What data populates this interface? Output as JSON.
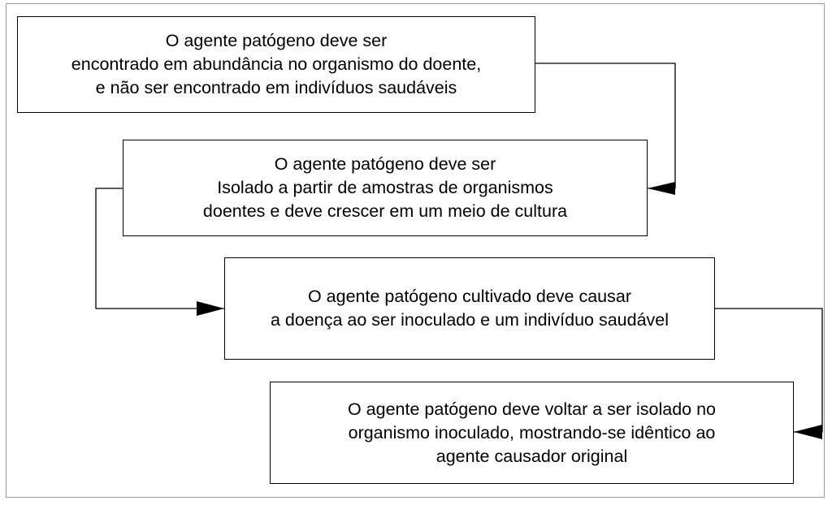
{
  "diagram": {
    "steps": [
      {
        "lines": [
          "O agente patógeno deve ser",
          "encontrado em abundância no organismo do doente,",
          "e não ser encontrado em indivíduos saudáveis"
        ]
      },
      {
        "lines": [
          "O agente patógeno deve ser",
          "Isolado a partir de amostras de organismos",
          "doentes e deve crescer em um meio de cultura"
        ]
      },
      {
        "lines": [
          "O agente patógeno cultivado deve causar",
          "a doença ao ser inoculado e um indivíduo saudável"
        ]
      },
      {
        "lines": [
          "O agente patógeno deve voltar a ser isolado no",
          "organismo inoculado, mostrando-se idêntico ao",
          "agente causador original"
        ]
      }
    ],
    "colors": {
      "border": "#000000",
      "frame": "#9a9a9a",
      "background": "#ffffff"
    }
  }
}
